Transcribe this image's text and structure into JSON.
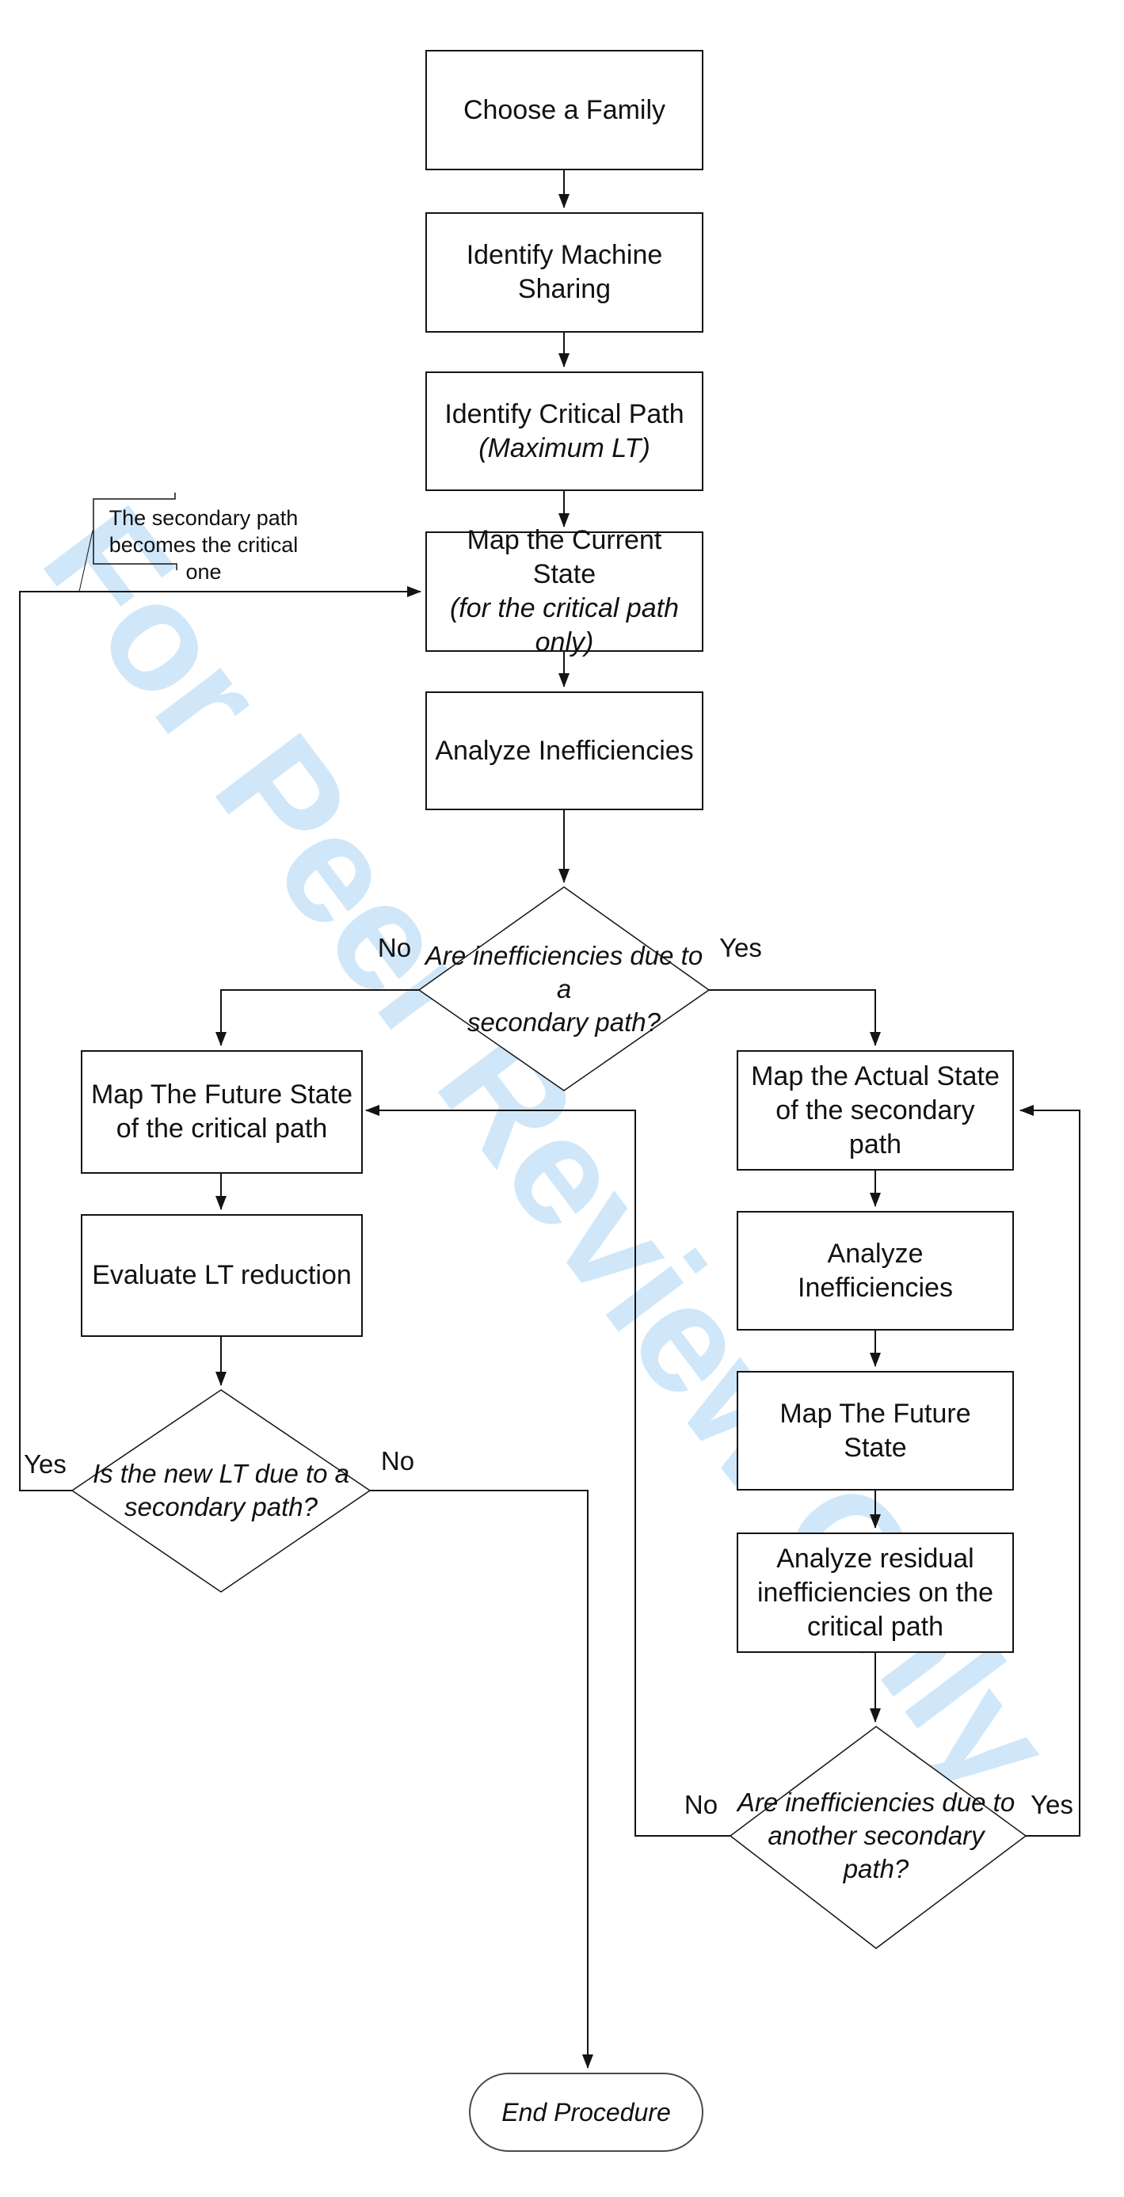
{
  "watermark": {
    "text": "For Peer Review Only",
    "color": "#cfe7f9"
  },
  "annotation": {
    "line1": "The secondary path",
    "line2": "becomes the critical one"
  },
  "nodes": {
    "choose_family": {
      "label": "Choose a Family"
    },
    "identify_sharing": {
      "label": "Identify Machine Sharing"
    },
    "identify_critical": {
      "label": "Identify Critical Path",
      "sub": "(Maximum LT)"
    },
    "map_current": {
      "label": "Map the Current State",
      "sub": "(for the critical path only)"
    },
    "analyze_ineff": {
      "label": "Analyze Inefficiencies"
    },
    "map_future_critical": {
      "label": "Map The Future State of the critical path"
    },
    "evaluate_lt": {
      "label": "Evaluate LT reduction"
    },
    "map_actual_secondary": {
      "label": "Map the Actual State of the secondary path"
    },
    "analyze_ineff_2": {
      "label": "Analyze Inefficiencies"
    },
    "map_future_state": {
      "label": "Map The Future State"
    },
    "analyze_residual": {
      "label": "Analyze residual inefficiencies on the critical path"
    },
    "end_procedure": {
      "label": "End Procedure"
    }
  },
  "decisions": {
    "d1": {
      "line1": "Are inefficiencies due to a",
      "line2": "secondary path?",
      "no": "No",
      "yes": "Yes"
    },
    "d2": {
      "line1": "Is the new LT due to a",
      "line2": "secondary path?",
      "yes": "Yes",
      "no": "No"
    },
    "d3": {
      "line1": "Are inefficiencies  due to",
      "line2": "another secondary path?",
      "no": "No",
      "yes": "Yes"
    }
  },
  "colors": {
    "line": "#141414",
    "watermark": "#cfe7f9",
    "box_fill": "#ffffff"
  }
}
